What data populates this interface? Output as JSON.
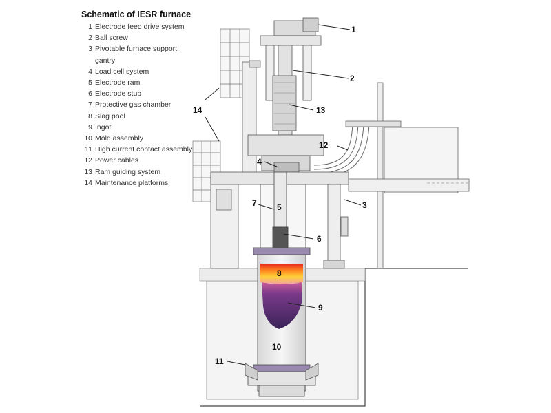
{
  "legend": {
    "title": "Schematic of IESR furnace",
    "items": [
      {
        "num": "1",
        "label": "Electrode feed drive system"
      },
      {
        "num": "2",
        "label": "Ball screw"
      },
      {
        "num": "3",
        "label": "Pivotable furnace support gantry"
      },
      {
        "num": "4",
        "label": "Load cell system"
      },
      {
        "num": "5",
        "label": "Electrode ram"
      },
      {
        "num": "6",
        "label": "Electrode stub"
      },
      {
        "num": "7",
        "label": "Protective gas chamber"
      },
      {
        "num": "8",
        "label": "Slag pool"
      },
      {
        "num": "9",
        "label": "Ingot"
      },
      {
        "num": "10",
        "label": "Mold assembly"
      },
      {
        "num": "11",
        "label": "High current contact assembly"
      },
      {
        "num": "12",
        "label": "Power cables"
      },
      {
        "num": "13",
        "label": "Ram guiding system"
      },
      {
        "num": "14",
        "label": "Maintenance platforms"
      }
    ]
  },
  "callouts": {
    "c1": "1",
    "c2": "2",
    "c3": "3",
    "c4": "4",
    "c5": "5",
    "c6": "6",
    "c7": "7",
    "c8": "8",
    "c9": "9",
    "c10": "10",
    "c11": "11",
    "c12": "12",
    "c13": "13",
    "c14": "14"
  },
  "colors": {
    "line": "#555555",
    "fill_light": "#e9e9e9",
    "slag_hot": "#ffd23a",
    "slag_red": "#e8231f",
    "ingot": "#4a2a6a"
  }
}
